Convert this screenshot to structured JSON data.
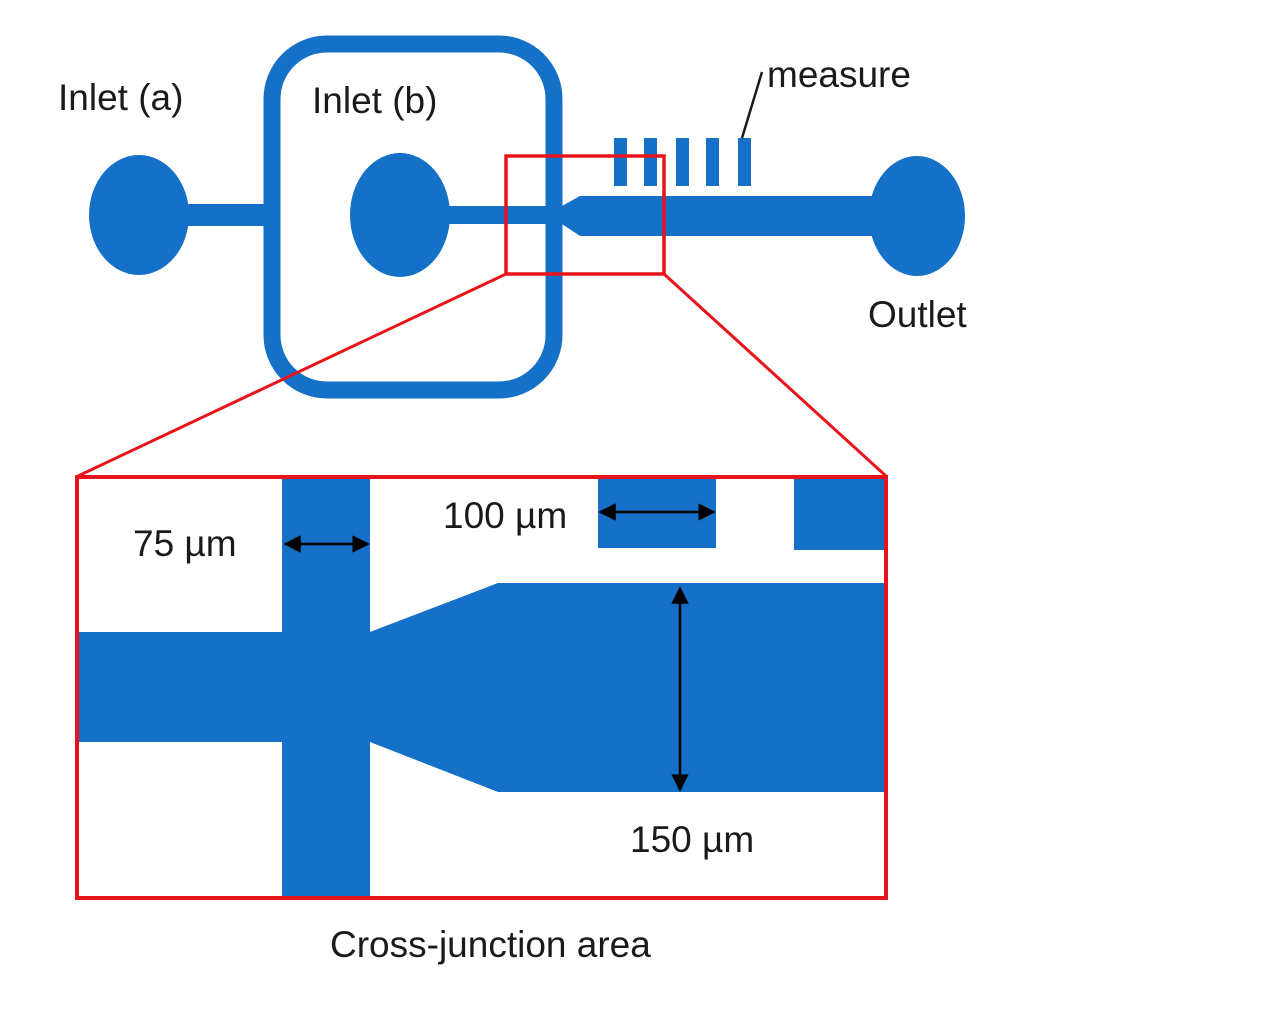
{
  "labels": {
    "inlet_a": "Inlet (a)",
    "inlet_b": "Inlet (b)",
    "measure": "measure",
    "outlet": "Outlet",
    "width_75": "75 µm",
    "width_100": "100 µm",
    "width_150": "150 µm",
    "caption": "Cross-junction area"
  },
  "colors": {
    "channel": "#1570c8",
    "highlight": "#e8141b",
    "text": "#1a1a1a",
    "background": "#ffffff"
  }
}
